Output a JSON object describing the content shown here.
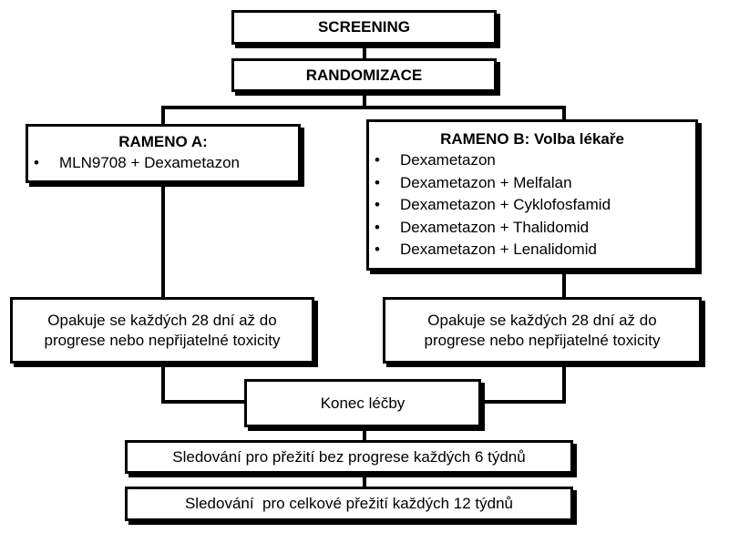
{
  "screening": "SCREENING",
  "randomization": "RANDOMIZACE",
  "arm_a": {
    "title": "RAMENO A:",
    "items": [
      "MLN9708 + Dexametazon"
    ]
  },
  "arm_b": {
    "title": "RAMENO B: Volba lékaře",
    "items": [
      "Dexametazon",
      "Dexametazon + Melfalan",
      "Dexametazon + Cyklofosfamid",
      "Dexametazon + Thalidomid",
      "Dexametazon + Lenalidomid"
    ]
  },
  "repeat_a": {
    "line1": "Opakuje se každých 28 dní až do",
    "line2": "progrese nebo nepřijatelné toxicity"
  },
  "repeat_b": {
    "line1": "Opakuje se každých 28 dní až do",
    "line2": "progrese nebo nepřijatelné toxicity"
  },
  "end_of_treatment": "Konec léčby",
  "followup_pfs": "Sledování pro přežití bez progrese každých 6 týdnů",
  "followup_os": "Sledování  pro celkové přežití každých 12 týdnů",
  "colors": {
    "line": "#000000",
    "box_fill": "#ffffff",
    "text": "#000000"
  }
}
